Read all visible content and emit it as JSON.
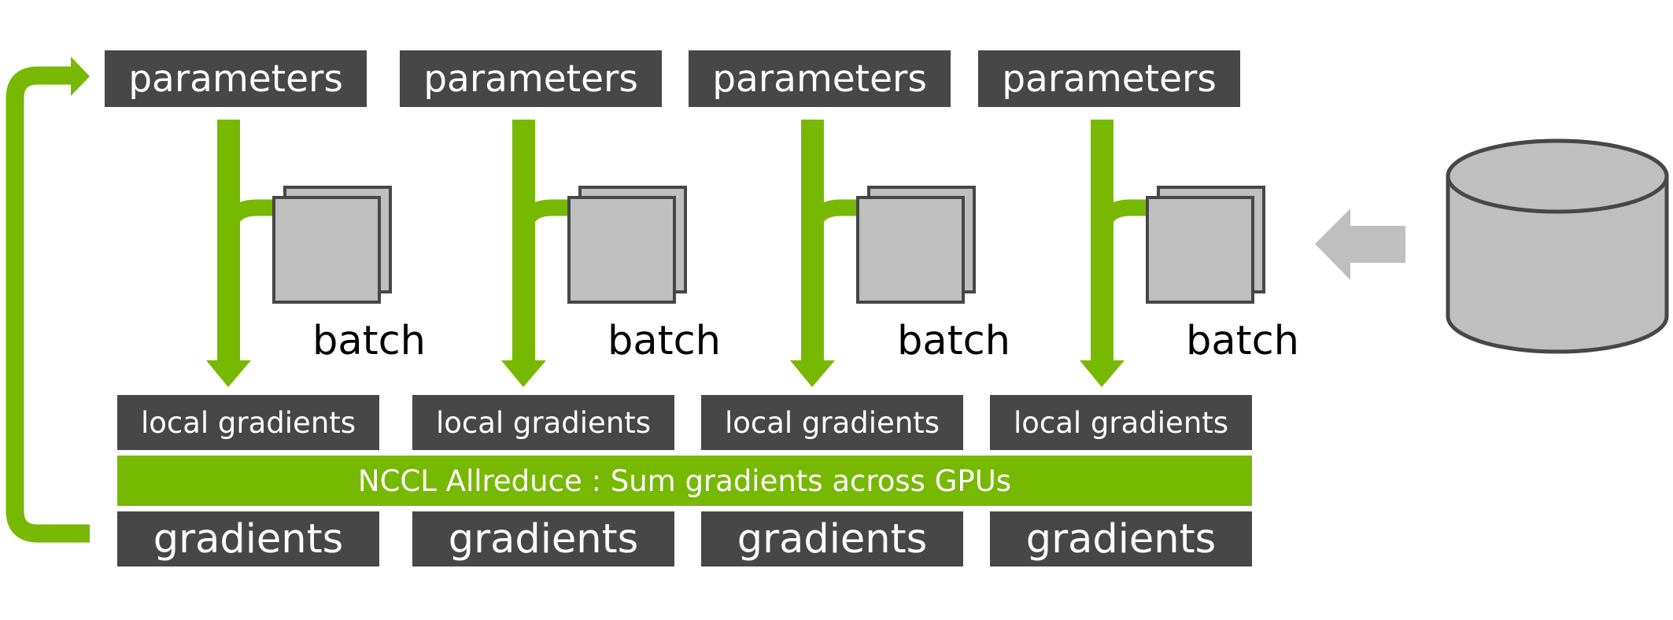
{
  "colors": {
    "accent_green": "#76b900",
    "box_dark": "#474747",
    "batch_fill": "#bfbfbf",
    "outline": "#474747",
    "text_light": "#ffffff",
    "text_dark": "#000000"
  },
  "workers": [
    {
      "parameters_label": "parameters",
      "batch_label": "batch",
      "local_gradients_label": "local gradients",
      "gradients_label": "gradients"
    },
    {
      "parameters_label": "parameters",
      "batch_label": "batch",
      "local_gradients_label": "local gradients",
      "gradients_label": "gradients"
    },
    {
      "parameters_label": "parameters",
      "batch_label": "batch",
      "local_gradients_label": "local gradients",
      "gradients_label": "gradients"
    },
    {
      "parameters_label": "parameters",
      "batch_label": "batch",
      "local_gradients_label": "local gradients",
      "gradients_label": "gradients"
    }
  ],
  "allreduce": {
    "label": "NCCL Allreduce : Sum gradients across GPUs"
  },
  "data_source": {
    "icon": "database-cylinder-icon",
    "arrow_icon": "left-arrow-icon"
  }
}
